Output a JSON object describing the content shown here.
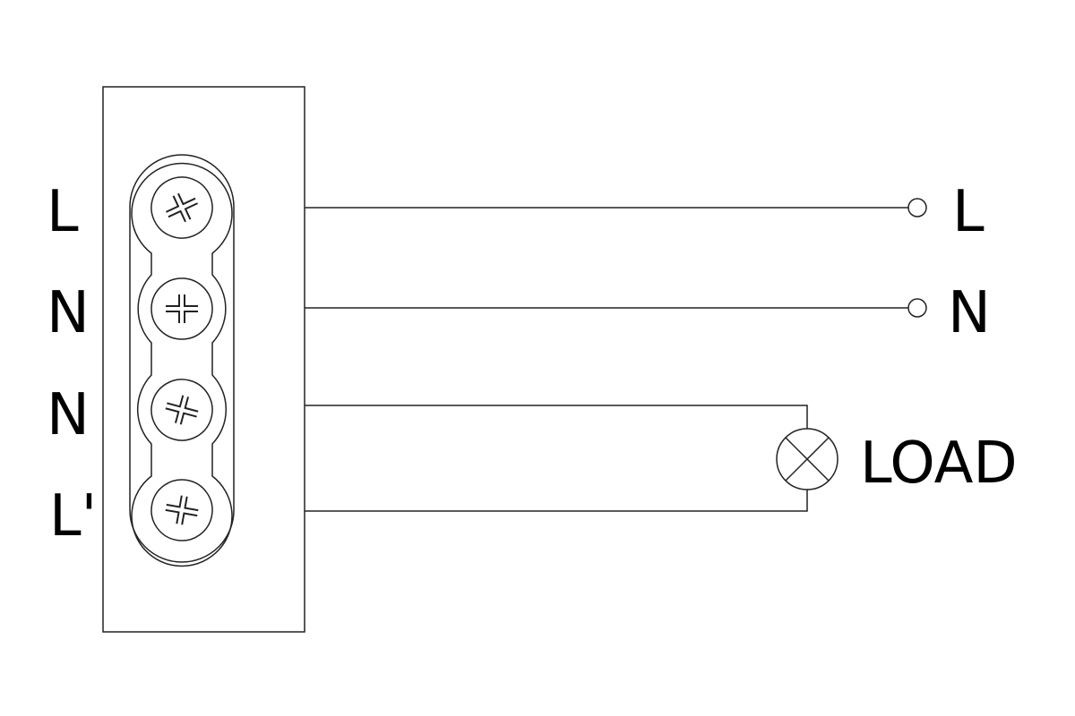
{
  "left_labels": [
    "L",
    "N",
    "N",
    "L'"
  ],
  "right_terminals": [
    "L",
    "N"
  ],
  "load_label": "LOAD",
  "colors": {
    "stroke": "#222222",
    "background": "#ffffff"
  }
}
